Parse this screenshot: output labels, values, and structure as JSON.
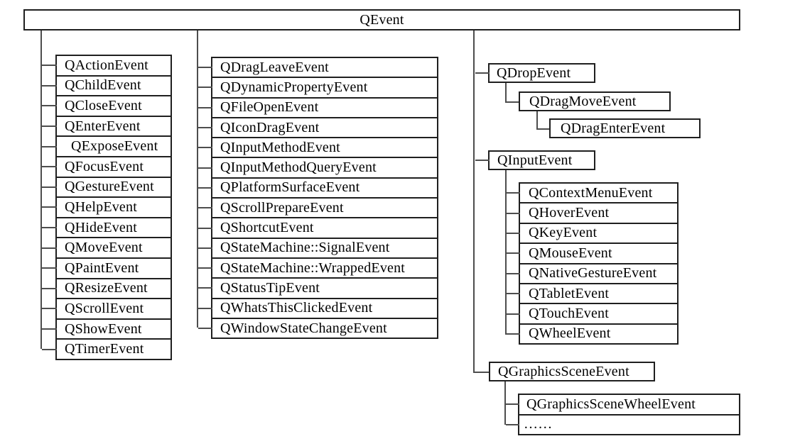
{
  "root": {
    "label": "QEvent"
  },
  "left": {
    "items": [
      "QActionEvent",
      "QChildEvent",
      "QCloseEvent",
      "QEnterEvent",
      "QExposeEvent",
      "QFocusEvent",
      "QGestureEvent",
      "QHelpEvent",
      "QHideEvent",
      "QMoveEvent",
      "QPaintEvent",
      "QResizeEvent",
      "QScrollEvent",
      "QShowEvent",
      "QTimerEvent"
    ]
  },
  "middle": {
    "items": [
      "QDragLeaveEvent",
      "QDynamicPropertyEvent",
      "QFileOpenEvent",
      "QIconDragEvent",
      "QInputMethodEvent",
      "QInputMethodQueryEvent",
      "QPlatformSurfaceEvent",
      "QScrollPrepareEvent",
      "QShortcutEvent",
      "QStateMachine::SignalEvent",
      "QStateMachine::WrappedEvent",
      "QStatusTipEvent",
      "QWhatsThisClickedEvent",
      "QWindowStateChangeEvent"
    ]
  },
  "right": {
    "drop": "QDropEvent",
    "drag_move": "QDragMoveEvent",
    "drag_enter": "QDragEnterEvent",
    "input": "QInputEvent",
    "input_children": [
      "QContextMenuEvent",
      "QHoverEvent",
      "QKeyEvent",
      "QMouseEvent",
      "QNativeGestureEvent",
      "QTabletEvent",
      "QTouchEvent",
      "QWheelEvent"
    ],
    "graphics_scene": "QGraphicsSceneEvent",
    "graphics_children": [
      "QGraphicsSceneWheelEvent",
      "……"
    ]
  },
  "colors": {
    "background": "#ffffff",
    "box_border": "#1f1f1f",
    "connector": "#4d4d4d",
    "text": "#000000"
  }
}
